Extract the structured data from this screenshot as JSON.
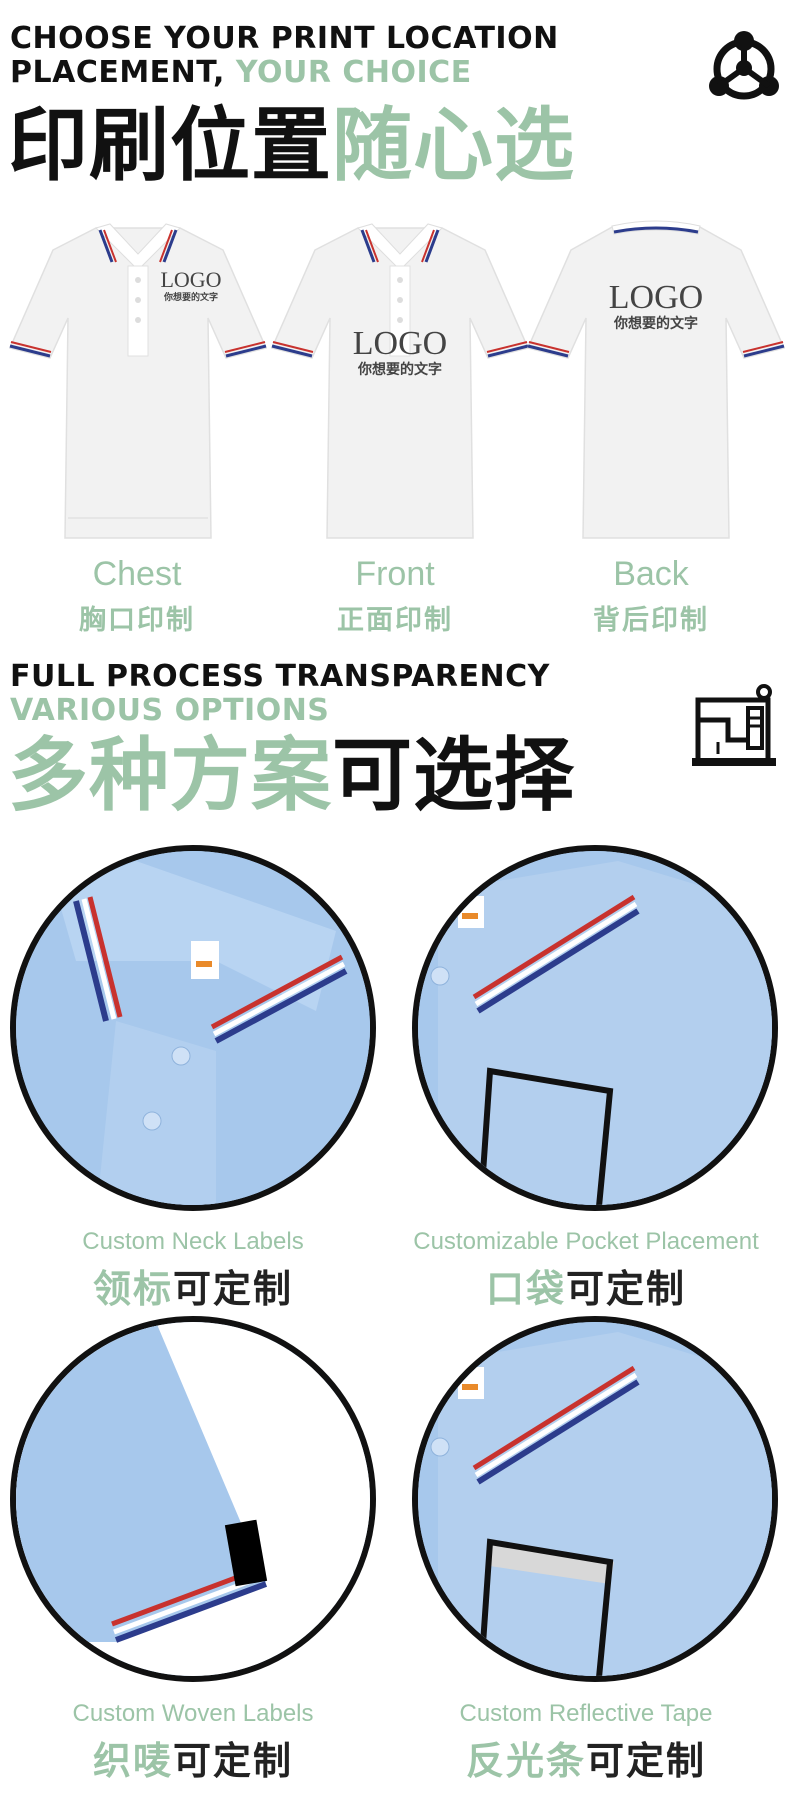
{
  "section1": {
    "heading_en_line1": "CHOOSE YOUR PRINT LOCATION",
    "heading_en_line2_dark": "PLACEMENT,",
    "heading_en_line2_green": " YOUR CHOICE",
    "heading_cn_dark": "印刷位置",
    "heading_cn_green": "随心选",
    "icon": "hub-network-icon",
    "shirts": [
      {
        "logo": "LOGO",
        "text": "你想要的文字",
        "label_en": "Chest",
        "label_cn": "胸口印制"
      },
      {
        "logo": "LOGO",
        "text": "你想要的文字",
        "label_en": "Front",
        "label_cn": "正面印制"
      },
      {
        "logo": "LOGO",
        "text": "你想要的文字",
        "label_en": "Back",
        "label_cn": "背后印制"
      }
    ]
  },
  "section2": {
    "heading_en_line1": "FULL PROCESS TRANSPARENCY",
    "heading_en_line2": "VARIOUS OPTIONS",
    "heading_cn_green": "多种方案",
    "heading_cn_dark": "可选择",
    "icon": "sewing-machine-icon",
    "options": [
      {
        "en": "Custom Neck Labels",
        "cn_green": "领标",
        "cn_dark": "可定制"
      },
      {
        "en": "Customizable Pocket Placement",
        "cn_green": "口袋",
        "cn_dark": "可定制"
      },
      {
        "en": "Custom Woven Labels",
        "cn_green": "织唛",
        "cn_dark": "可定制"
      },
      {
        "en": "Custom Reflective Tape",
        "cn_green": "反光条",
        "cn_dark": "可定制"
      }
    ]
  },
  "colors": {
    "accent_green": "#9cc4a7",
    "shirt_blue": "#a9c9ec",
    "text_dark": "#111111"
  }
}
